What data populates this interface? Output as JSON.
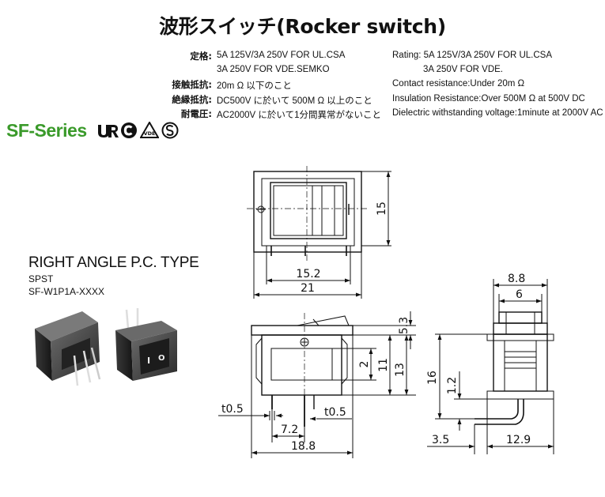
{
  "header": {
    "title": "波形スイッチ(Rocker switch)"
  },
  "specs_jp": {
    "rating_label": "定格:",
    "rating_line1": "5A 125V/3A 250V FOR UL.CSA",
    "rating_line2": "3A 250V FOR VDE.SEMKO",
    "contact_label": "接触抵抗:",
    "contact_value": "20m Ω 以下のこと",
    "insulation_label": "絶縁抵抗:",
    "insulation_value": "DC500V に於いて 500M Ω 以上のこと",
    "dielectric_label": "耐電圧:",
    "dielectric_value": "AC2000V に於いて1分間異常がないこと"
  },
  "specs_en": {
    "rating_line1": "Rating: 5A 125V/3A 250V FOR UL.CSA",
    "rating_line2": "3A 250V FOR VDE.",
    "contact": "Contact resistance:Under 20m Ω",
    "insulation": "Insulation Resistance:Over 500M Ω  at 500V DC",
    "dielectric": "Dielectric withstanding voltage:1minute at 2000V AC"
  },
  "series": {
    "name": "SF-Series",
    "cert_icons": [
      "ur-mark-icon",
      "csa-mark-icon",
      "vde-mark-icon",
      "semko-mark-icon"
    ],
    "brand_color": "#3a9a2a"
  },
  "product": {
    "type_title": "RIGHT ANGLE P.C. TYPE",
    "pole": "SPST",
    "model": "SF-W1P1A-XXXX"
  },
  "dimensions": {
    "front_inner_width": "15.2",
    "front_outer_width": "21",
    "front_height": "15",
    "side_top": "5.3",
    "side_mid": "2",
    "side_body": "11",
    "side_total": "13",
    "side_pin_thickness_left": "t0.5",
    "side_pin_thickness_right": "t0.5",
    "side_pin_pitch": "7.2",
    "side_width": "18.8",
    "end_top_width": "8.8",
    "end_inner_width": "6",
    "end_height": "16",
    "end_pin_offset": "1.2",
    "end_pin_length": "3.5",
    "end_width": "12.9",
    "symbol_on": "I",
    "symbol_off": "O"
  }
}
